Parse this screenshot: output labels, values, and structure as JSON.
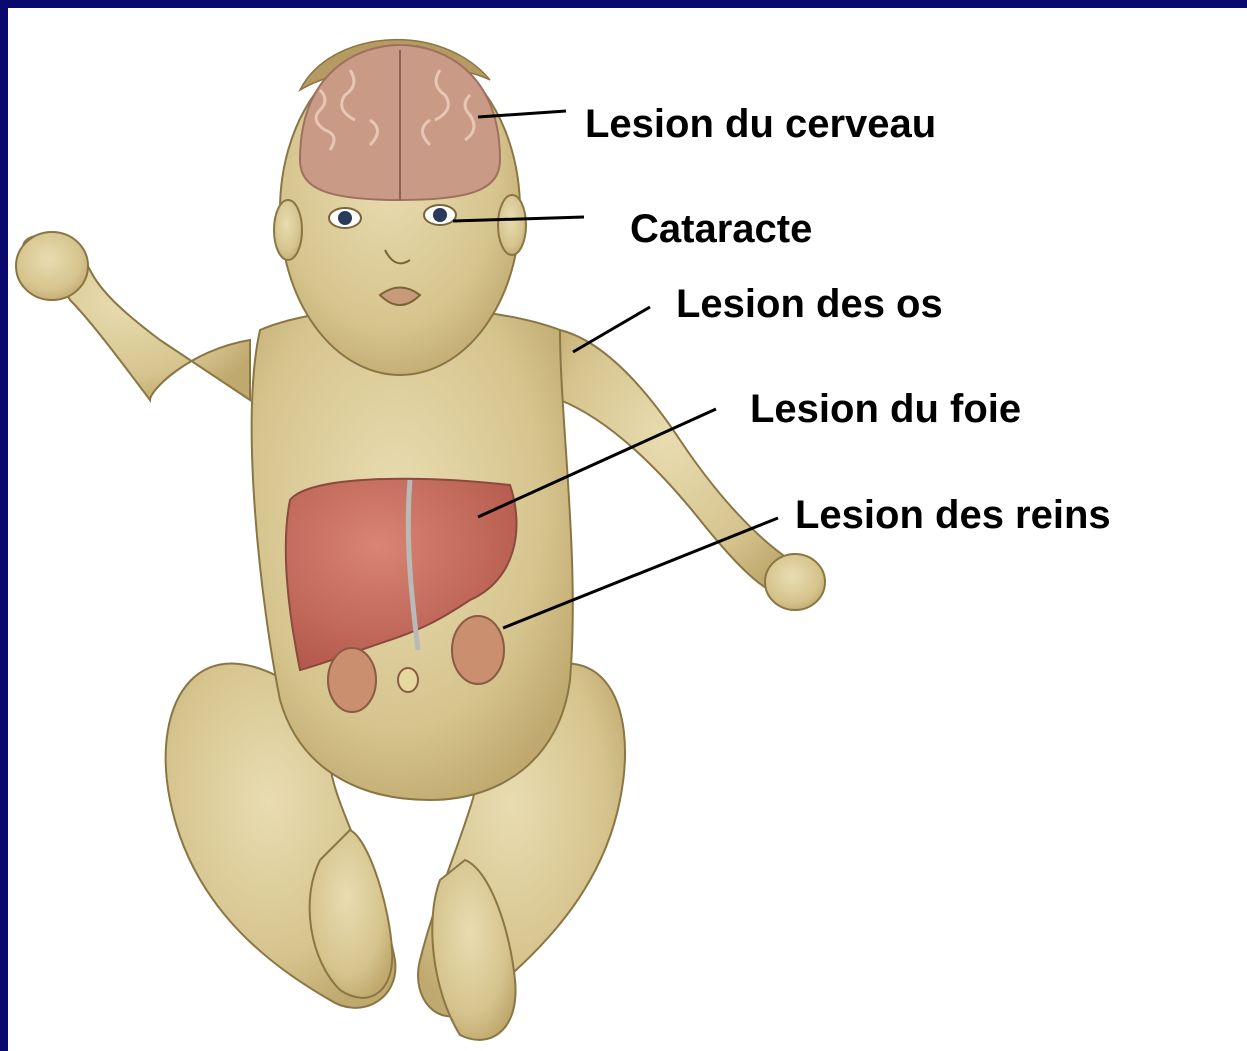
{
  "colors": {
    "frame": "#0a0a6e",
    "panel": "#ffffff",
    "skin": "#d9c895",
    "skin_shadow": "#b9a56a",
    "outline": "#8a7644",
    "brain": "#c99a86",
    "liver": "#c4685a",
    "kidney": "#c98f6e"
  },
  "labels": {
    "brain": "Lesion du cerveau",
    "eye": "Cataracte",
    "bones": "Lesion des os",
    "liver": "Lesion du foie",
    "kidneys": "Lesion des reins"
  }
}
